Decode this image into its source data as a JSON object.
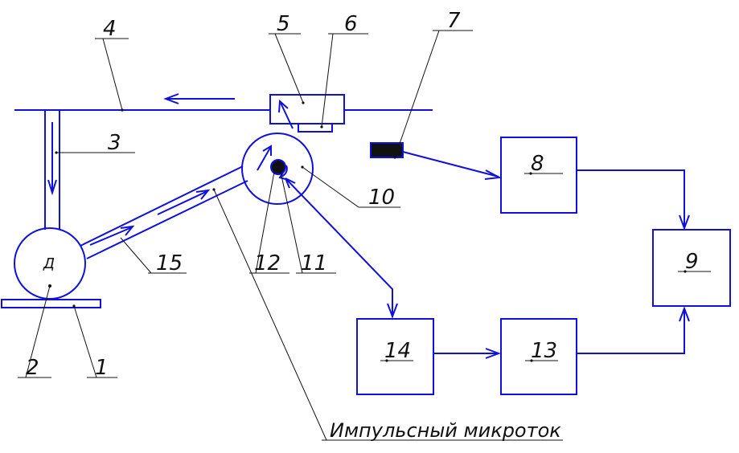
{
  "labels": {
    "l1": "1",
    "l2": "2",
    "l3": "3",
    "l4": "4",
    "l5": "5",
    "l6": "6",
    "l7": "7",
    "l8": "8",
    "l9": "9",
    "l10": "10",
    "l11": "11",
    "l12": "12",
    "l13": "13",
    "l14": "14",
    "l15": "15"
  },
  "engine_mark": "Д",
  "caption": "Импульсный микроток",
  "colors": {
    "flow": "#1010dd",
    "leader": "#111111"
  }
}
